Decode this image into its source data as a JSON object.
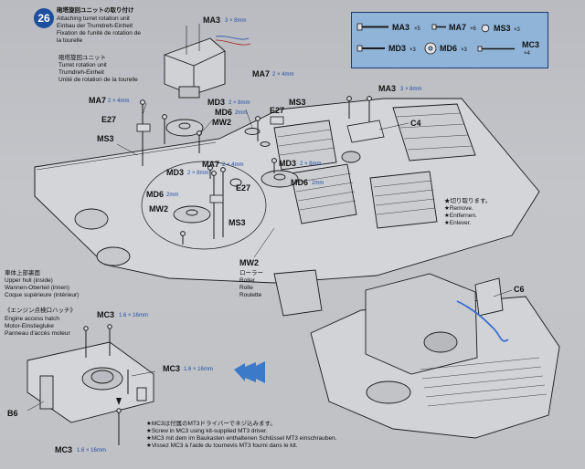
{
  "step": {
    "number": "26",
    "title_jp": "砲塔旋回ユニットの取り付け",
    "title_en": "Attaching turret rotation unit",
    "title_de": "Einbau der Trumdreh-Einheit",
    "title_fr1": "Fixation de l'unité de rotation de",
    "title_fr2": "la tourelle"
  },
  "parts_box": {
    "ma3": "MA3",
    "ma3_qty": "×5",
    "ma7": "MA7",
    "ma7_qty": "×6",
    "ms3": "MS3",
    "ms3_qty": "×3",
    "md3": "MD3",
    "md3_qty": "×3",
    "md6": "MD6",
    "md6_qty": "×3",
    "mc3": "MC3",
    "mc3_qty": "×4"
  },
  "turret_unit": {
    "jp": "砲塔旋回ユニット",
    "en": "Turret rotation unit",
    "de": "Trumdreh-Einheit",
    "fr": "Unité de rotation de la tourelle"
  },
  "labels": {
    "ma3_top": "MA3",
    "ma3_top_size": "3 × 8mm",
    "ma7_mid": "MA7",
    "ma7_mid_size": "2 × 4mm",
    "ma7_left": "MA7",
    "ma7_left_size": "2 × 4mm",
    "md3_a": "MD3",
    "md3_a_size": "2 × 8mm",
    "md6_a": "MD6",
    "md6_a_size": "2mm",
    "mw2_a": "MW2",
    "e27_left": "E27",
    "ms3_left": "MS3",
    "ms3_right": "MS3",
    "e27_right": "E27",
    "ma3_right": "MA3",
    "ma3_right_size": "3 × 8mm",
    "c4": "C4",
    "ma7_center": "MA7",
    "ma7_center_size": "2 × 4mm",
    "md3_b": "MD3",
    "md3_b_size": "2 × 8mm",
    "md3_c": "MD3",
    "md3_c_size": "2 × 8mm",
    "md6_b": "MD6",
    "md6_b_size": "2mm",
    "md6_c": "MD6",
    "md6_c_size": "2mm",
    "mw2_b": "MW2",
    "e27_center": "E27",
    "ms3_center": "MS3",
    "c6": "C6",
    "b6": "B6"
  },
  "remove_note": {
    "jp": "★切り取ります。",
    "en": "★Remove.",
    "de": "★Entfernen.",
    "fr": "★Enlever."
  },
  "upper_hull": {
    "jp": "車体上部裏面",
    "en": "Upper hull (inside)",
    "de": "Wannen-Oberteil (innen)",
    "fr": "Coque supérieure (intérieur)"
  },
  "roller": {
    "id": "MW2",
    "jp": "ローラー",
    "en": "Roller",
    "de": "Rolle",
    "fr": "Roulette"
  },
  "hatch": {
    "jp": "《エンジン点検口ハッチ》",
    "en": "Engine access hatch",
    "de": "Motor-Einstiegluke",
    "fr": "Panneau d'accès moteur"
  },
  "mc3_labels": {
    "top": "MC3",
    "top_size": "1.6 × 16mm",
    "mid": "MC3",
    "mid_size": "1.6 × 16mm",
    "bottom": "MC3",
    "bottom_size": "1.6 × 16mm"
  },
  "screw_note": {
    "jp": "★MC3は付属のMT3ドライバーでネジ込みます。",
    "en": "★Screw in MC3 using kit-supplied MT3 driver.",
    "de": "★MC3 mit dem im Baukasten enthaltenen Schlüssel MT3 einschrauben.",
    "fr": "★Vissez MC3 à l'aide du tournevis MT3 fourni dans le kit."
  },
  "colors": {
    "badge": "#1d4f9e",
    "parts_box": "#8fb4d8",
    "accent_text": "#224da8",
    "warning_text": "#c8202a",
    "ink": "#111111"
  }
}
